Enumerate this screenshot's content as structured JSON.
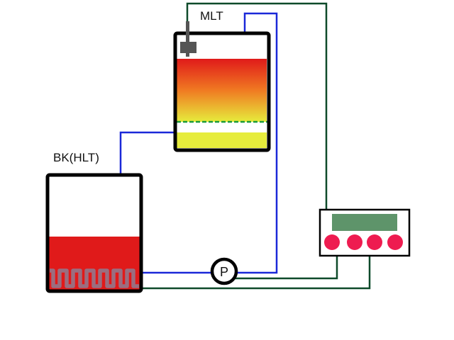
{
  "labels": {
    "mlt": "MLT",
    "bk": "BK(HLT)",
    "pump": "P"
  },
  "colors": {
    "background": "#ffffff",
    "tank_outline": "#000000",
    "liquid_hot": "#e01a1a",
    "liquid_warm": "#f07a22",
    "liquid_cool": "#e6ec3c",
    "heating_coil": "#9a6e80",
    "probe": "#555555",
    "wort_pipe": "#1a28d8",
    "signal_wire": "#0e4a2a",
    "false_bottom": "#1b9b3a",
    "display": "#5e946a",
    "controller_button": "#ee1c50"
  },
  "icons": {
    "temperature_probe": "temperature-probe-icon",
    "heating_element": "heating-coil-icon",
    "pump": "pump-icon"
  },
  "controller": {
    "button_count": 4
  }
}
